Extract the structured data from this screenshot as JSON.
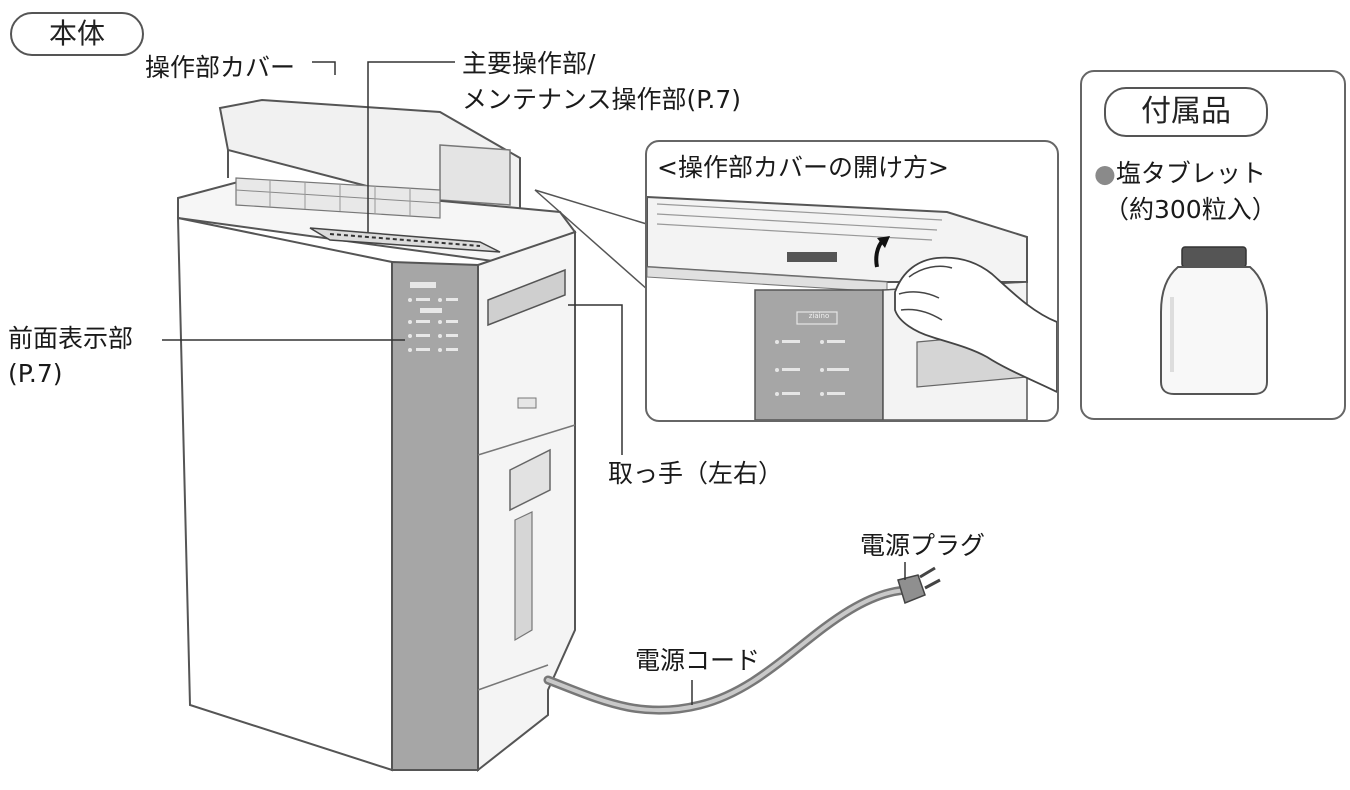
{
  "section_title": "本体",
  "labels": {
    "cover": "操作部カバー",
    "main_ops_line1": "主要操作部/",
    "main_ops_line2": "メンテナンス操作部(P.7)",
    "front_display_line1": "前面表示部",
    "front_display_line2": "(P.7)",
    "handle": "取っ手（左右）",
    "power_plug": "電源プラグ",
    "power_cord": "電源コード"
  },
  "inset": {
    "title": "<操作部カバーの開け方>",
    "brand": "ziaino"
  },
  "accessories": {
    "title": "付属品",
    "item_line1": "●塩タブレット",
    "item_line2": "（約300粒入）"
  },
  "colors": {
    "front_panel": "#a4a4a4",
    "outline": "#555555",
    "bullet": "#8a8a8a"
  }
}
